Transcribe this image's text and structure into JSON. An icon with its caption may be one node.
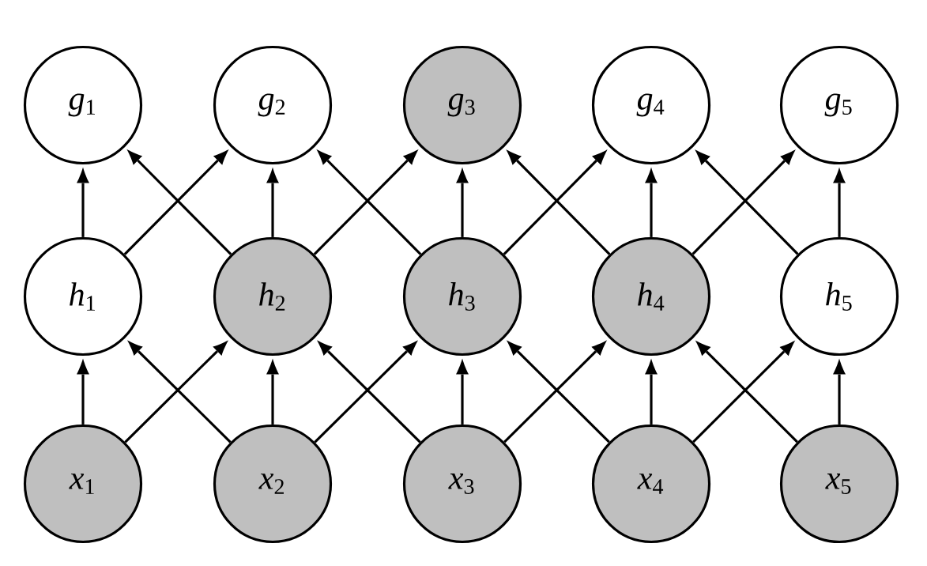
{
  "diagram": {
    "nodes": [
      {
        "text": [
          "*g*$_{1}$"
        ]
      },
      {
        "text": [
          "*g*$_{2}$"
        ]
      },
      {
        "text": [
          "*g*$_{3}$"
        ]
      },
      {
        "text": [
          "*g*$_{4}$"
        ]
      },
      {
        "text": [
          "*g*$_{5}$"
        ]
      },
      {
        "text": [
          "*h*$_{1}$"
        ]
      },
      {
        "text": [
          "*h*$_{2}$"
        ]
      },
      {
        "text": [
          "*h*$_{3}$"
        ]
      },
      {
        "text": [
          "*h*$_{4}$"
        ]
      },
      {
        "text": [
          "*h*$_{5}$"
        ]
      },
      {
        "text": [
          "*x*$_{1}$"
        ]
      },
      {
        "text": [
          "*x*$_{2}$"
        ]
      },
      {
        "text": [
          "*x*$_{3}$"
        ]
      },
      {
        "text": [
          "*x*$_{4}$"
        ]
      },
      {
        "text": [
          "*x*$_{5}$"
        ]
      }
    ],
    "edges": [
      {
        "from": 5,
        "to": 0,
        "arrow": "to"
      },
      {
        "from": 5,
        "to": 1,
        "arrow": "to"
      },
      {
        "from": 6,
        "to": 0,
        "arrow": "to"
      },
      {
        "from": 6,
        "to": 1,
        "arrow": "to"
      },
      {
        "from": 6,
        "to": 2,
        "arrow": "to"
      },
      {
        "from": 7,
        "to": 1,
        "arrow": "to"
      },
      {
        "from": 7,
        "to": 2,
        "arrow": "to"
      },
      {
        "from": 7,
        "to": 3,
        "arrow": "to"
      },
      {
        "from": 8,
        "to": 2,
        "arrow": "to"
      },
      {
        "from": 8,
        "to": 3,
        "arrow": "to"
      },
      {
        "from": 8,
        "to": 4,
        "arrow": "to"
      },
      {
        "from": 9,
        "to": 3,
        "arrow": "to"
      },
      {
        "from": 9,
        "to": 4,
        "arrow": "to"
      },
      {
        "from": 10,
        "to": 5,
        "arrow": "to"
      },
      {
        "from": 10,
        "to": 6,
        "arrow": "to"
      },
      {
        "from": 11,
        "to": 5,
        "arrow": "to"
      },
      {
        "from": 11,
        "to": 6,
        "arrow": "to"
      },
      {
        "from": 11,
        "to": 7,
        "arrow": "to"
      },
      {
        "from": 12,
        "to": 6,
        "arrow": "to"
      },
      {
        "from": 12,
        "to": 7,
        "arrow": "to"
      },
      {
        "from": 12,
        "to": 8,
        "arrow": "to"
      },
      {
        "from": 13,
        "to": 7,
        "arrow": "to"
      },
      {
        "from": 13,
        "to": 8,
        "arrow": "to"
      },
      {
        "from": 13,
        "to": 9,
        "arrow": "to"
      },
      {
        "from": 14,
        "to": 8,
        "arrow": "to"
      },
      {
        "from": 14,
        "to": 9,
        "arrow": "to"
      }
    ]
  }
}
